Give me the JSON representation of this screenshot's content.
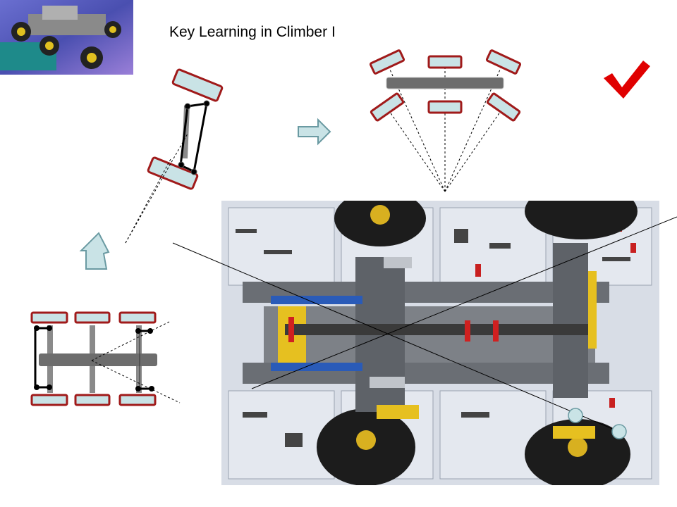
{
  "slide": {
    "title": "Key Learning in Climber I"
  },
  "icons": {
    "thumbnail": "robot-thumbnail-photo",
    "photo": "lego-chassis-photo",
    "check": "checkmark-icon",
    "arrow_right": "arrow-right-icon",
    "arrow_up": "arrow-up-icon"
  },
  "colors": {
    "wheel_fill": "#c9e3e6",
    "wheel_border": "#a01a1a",
    "axle": "#6d6d6d",
    "check": "#e00000",
    "arrow_fill": "#c9e3e6",
    "arrow_border": "#6a9aa2"
  }
}
